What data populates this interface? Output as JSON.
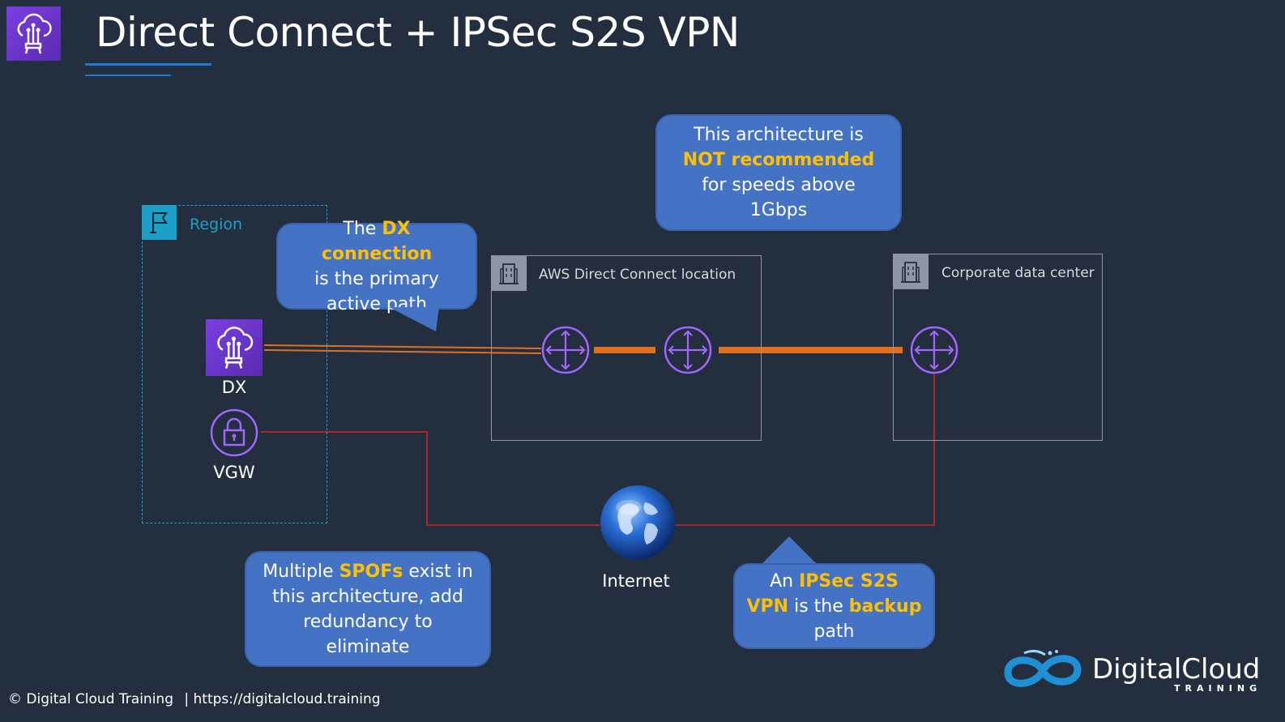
{
  "title": "Direct Connect + IPSec S2S VPN",
  "region": {
    "label": "Region"
  },
  "dx": {
    "label": "DX"
  },
  "vgw": {
    "label": "VGW"
  },
  "dx_location": {
    "label": "AWS Direct Connect location"
  },
  "corporate_dc": {
    "label": "Corporate data center"
  },
  "internet": {
    "label": "Internet"
  },
  "callouts": {
    "primary": {
      "pre": "The ",
      "hl": "DX connection",
      "post": "is the primary active path"
    },
    "not_recommended": {
      "pre": "This architecture is ",
      "hl": "NOT recommended",
      "post": " for speeds above 1Gbps"
    },
    "spof": {
      "pre": "Multiple ",
      "hl": "SPOFs",
      "post": " exist in this architecture, add redundancy to eliminate"
    },
    "backup": {
      "pre": "An ",
      "hl": "IPSec S2S VPN",
      "mid": " is the ",
      "hl2": "backup",
      "post": " path"
    }
  },
  "footer": {
    "copyright": "© Digital Cloud Training",
    "url": "| https://digitalcloud.training"
  },
  "logo": {
    "name": "DigitalCloud",
    "sub": "TRAINING"
  },
  "colors": {
    "background": "#232f3e",
    "accent_blue": "#1f7ad6",
    "callout": "#4472c4",
    "highlight": "#ffc000",
    "dx_link": "#e07020",
    "vpn_link": "#d62728",
    "router": "#a166ff",
    "region_border": "#1ba1c9"
  },
  "icons": [
    "direct-connect-icon",
    "flag-icon",
    "building-icon",
    "router-icon",
    "lock-icon",
    "globe-icon",
    "infinity-logo-icon"
  ]
}
